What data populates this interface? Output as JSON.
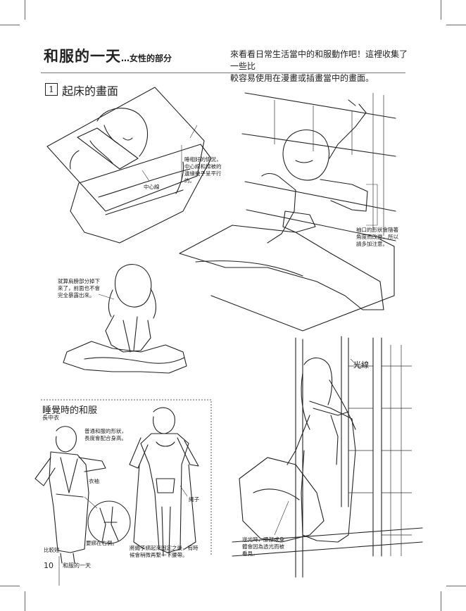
{
  "header": {
    "title": "和服的一天",
    "subtitle": "…女性的部分",
    "intro_line1": "來看看日常生活當中的和服動作吧！這裡收集了一些比",
    "intro_line2": "較容易使用在漫畫或插畫當中的畫面。"
  },
  "section": {
    "number": "1",
    "title": "起床的畫面"
  },
  "annotations": {
    "sleep_note": [
      "睡相好的情況，",
      "中心線和棉被的",
      "邊緣幾乎呈平行",
      "的。"
    ],
    "center_line": "中心線",
    "sleeve_note": [
      "袖口的形狀會隨著",
      "角度而改變，所以",
      "請多加注意。"
    ],
    "sitting_note": [
      "就算肩膀部分掉下",
      "來了，前面也不會",
      "完全暴露出來。"
    ],
    "backlight_label": "光線",
    "backlight_note": [
      "逆光時，腰部或身",
      "體會因為透光而被",
      "看見。"
    ]
  },
  "sleepwear_box": {
    "title": "睡覺時的和服",
    "subtitle": "長中衣",
    "note_top": [
      "普通和服的形狀，",
      "長度會配合身高。"
    ],
    "sleeve_label": "衣袖",
    "cord_label": "繩子",
    "slim_label": "比較短",
    "knot_label": "要綁在右側。",
    "note_bottom": [
      "將繩子綁起來固定之後，有時",
      "候會稍微再繫一下腰帶。"
    ]
  },
  "footer": {
    "page_number": "10",
    "running_title": "和服的一天"
  }
}
